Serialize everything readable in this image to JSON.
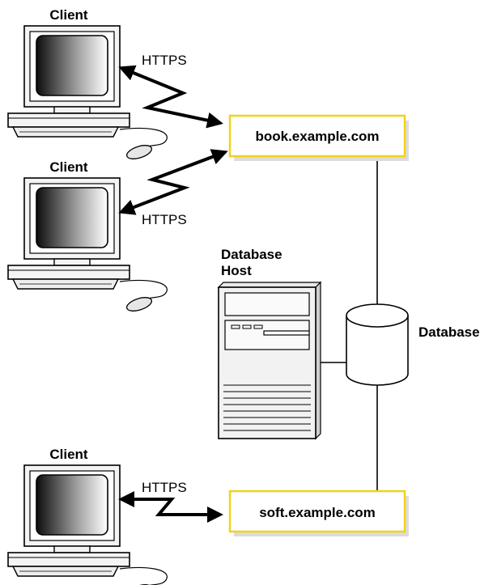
{
  "clients": [
    {
      "label": "Client",
      "protocol": "HTTPS"
    },
    {
      "label": "Client",
      "protocol": "HTTPS"
    },
    {
      "label": "Client",
      "protocol": "HTTPS"
    }
  ],
  "servers": {
    "book": "book.example.com",
    "soft": "soft.example.com"
  },
  "database_host": {
    "line1": "Database",
    "line2": "Host"
  },
  "database": {
    "label": "Database"
  },
  "colors": {
    "server_border": "#f2d21a",
    "line": "#000000",
    "monitor_gradient_dark": "#111111",
    "monitor_gradient_light": "#ffffff"
  },
  "icons": [
    "computer-icon",
    "server-tower-icon",
    "database-cylinder-icon",
    "lightning-arrow-icon"
  ]
}
